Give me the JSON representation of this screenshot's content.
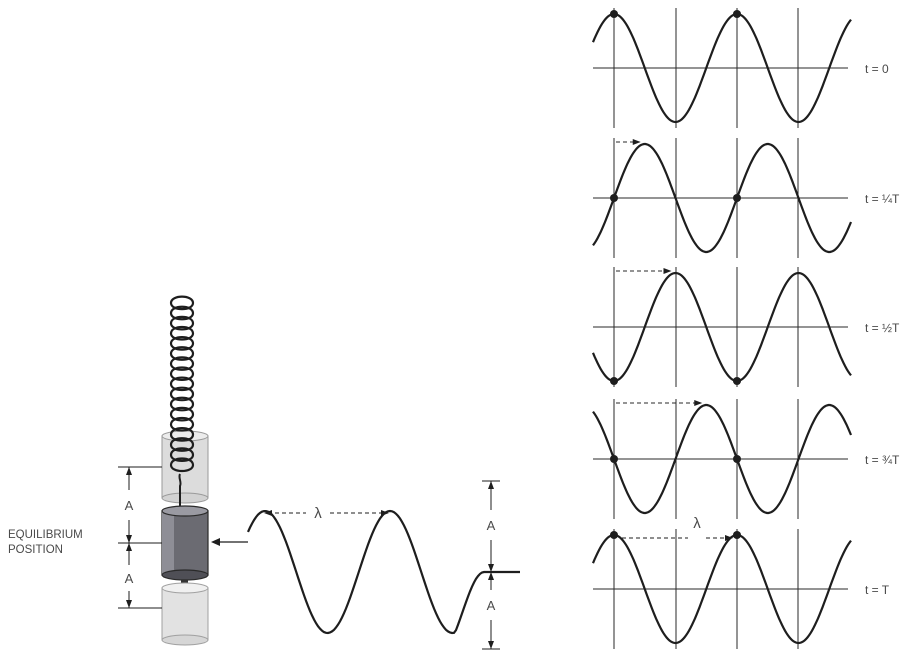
{
  "spring_mass": {
    "equilibrium_label_line1": "EQUILIBRIUM",
    "equilibrium_label_line2": "POSITION",
    "amplitude_symbol": "A",
    "wavelength_symbol": "λ"
  },
  "wave_panels": [
    {
      "time_label": "t = 0",
      "phase_shift_fraction": 0
    },
    {
      "time_label": "t = ¼T",
      "phase_shift_fraction": 0.25
    },
    {
      "time_label": "t = ½T",
      "phase_shift_fraction": 0.5
    },
    {
      "time_label": "t = ¾T",
      "phase_shift_fraction": 0.75
    },
    {
      "time_label": "t = T",
      "phase_shift_fraction": 1
    }
  ],
  "wavelength_label": "λ"
}
